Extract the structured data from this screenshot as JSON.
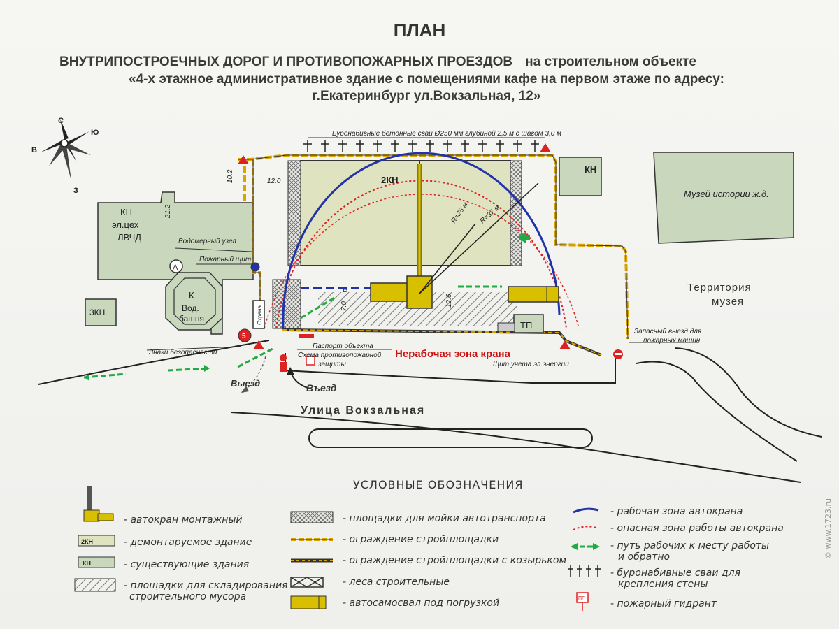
{
  "title": "ПЛАН",
  "subtitle_bold": "ВНУТРИПОСТРОЕЧНЫХ ДОРОГ И ПРОТИВОПОЖАРНЫХ ПРОЕЗДОВ",
  "subtitle_rest": "на строительном объекте",
  "subtitle_line2": "«4-х этажное административное здание с помещениями кафе на первом этаже по адресу:",
  "subtitle_line3": "г.Екатеринбург ул.Вокзальная, 12»",
  "compass": {
    "north": "С",
    "east": "В",
    "south": "Ю",
    "west": "З"
  },
  "map": {
    "piles_caption": "Буронабивные бетонные сваи Ø250 мм глубиной 2,5 м с шагом 3,0 м",
    "building_2kn": "2КН",
    "building_kn_top": "КН",
    "museum": "Музей истории ж.д.",
    "kn_left": "КН",
    "kn_left_sub1": "эл.цех",
    "kn_left_sub2": "ЛВЧД",
    "kn_3": "3КН",
    "tower_k": "К",
    "tower_name1": "Вод.",
    "tower_name2": "башня",
    "tp": "ТП",
    "guard": "Охрана",
    "radius1": "R=28 м",
    "radius2": "R=37 м",
    "dim_102": "10.2",
    "dim_120": "12.0",
    "dim_212": "21.2",
    "dim_126": "12.6",
    "dim_70": "7.0",
    "label_b": "В",
    "label_a": "А",
    "label_5": "5",
    "water_meter": "Водомерный узел",
    "fire_panel": "Пожарный щит",
    "safety_signs": "Знаки безопасности",
    "passport1": "Паспорт объекта",
    "passport2": "Схема противопожарной",
    "passport3": "защиты",
    "nonwork_zone": "Нерабочая зона крана",
    "meter_panel": "Щит учета эл.энергии",
    "spare_exit1": "Запасный выезд для",
    "spare_exit2": "пожарных машин",
    "museum_territory1": "Территория",
    "museum_territory2": "музея",
    "exit": "Выезд",
    "entry": "Въезд",
    "street": "Улица Вокзальная"
  },
  "legend": {
    "heading": "УСЛОВНЫЕ ОБОЗНАЧЕНИЯ",
    "crane": "- автокран монтажный",
    "demolish_tag": "2КН",
    "demolish": "- демонтаруемое здание",
    "existing_tag": "КН",
    "existing": "- существующие здания",
    "waste1": "- площадки для складирования",
    "waste2": "строительного мусора",
    "wash": "- площадки для мойки автотранспорта",
    "fence": "- ограждение стройплощадки",
    "fence_canopy": "- ограждение стройплощадки с козырьком",
    "scaffold": "- леса строительные",
    "truck": "- автосамосвал под погрузкой",
    "crane_work": "- рабочая зона автокрана",
    "crane_danger": "- опасная зона работы автокрана",
    "path1": "- путь рабочих к месту работы",
    "path2": "и обратно",
    "piles1": "- буронабивные сваи для",
    "piles2": "крепления стены",
    "hydrant": "- пожарный гидрант",
    "hydrant_tag": "ПГ"
  },
  "watermark": "© www.1723.ru",
  "colors": {
    "building_fill": "#d8e0c0",
    "existing_fill": "#c8d8bc",
    "work_zone": "#2233aa",
    "danger_zone": "#dd2222",
    "fence": "#d8a400",
    "path": "#22aa44",
    "truck": "#d8c000",
    "text": "#333333"
  }
}
